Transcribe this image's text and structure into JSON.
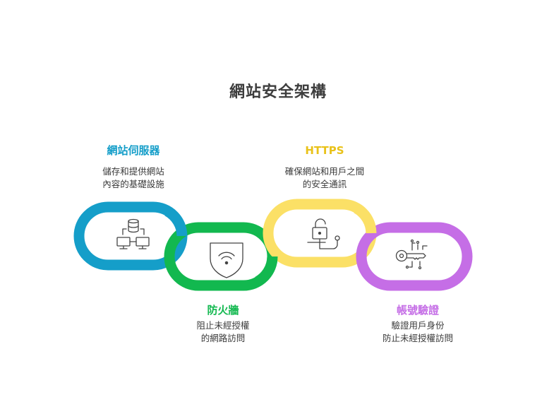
{
  "title": "網站安全架構",
  "nodes": [
    {
      "id": "web-server",
      "label": "網站伺服器",
      "desc_lines": [
        "儲存和提供網站",
        "內容的基礎設施"
      ],
      "color": "#159ec9",
      "icon": "server-network-icon"
    },
    {
      "id": "firewall",
      "label": "防火牆",
      "desc_lines": [
        "阻止未經授權",
        "的網路訪問"
      ],
      "color": "#12b84f",
      "icon": "wifi-shield-icon"
    },
    {
      "id": "https",
      "label": "HTTPS",
      "desc_lines": [
        "確保網站和用戶之間",
        "的安全通訊"
      ],
      "color": "#fbe066",
      "icon": "unlocked-padlock-icon"
    },
    {
      "id": "account-auth",
      "label": "帳號驗證",
      "desc_lines": [
        "驗證用戶身份",
        "防止未經授權訪問"
      ],
      "color": "#c56ee6",
      "icon": "digital-key-icon"
    }
  ]
}
